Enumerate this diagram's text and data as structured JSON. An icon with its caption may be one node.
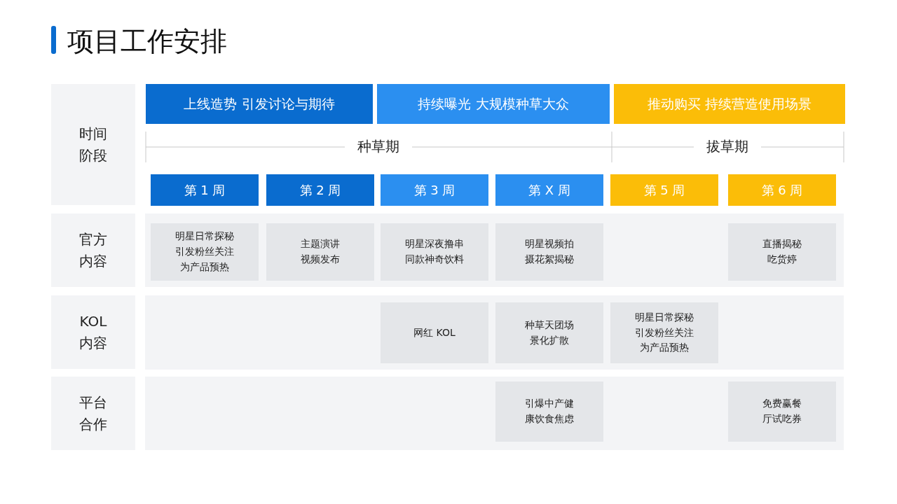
{
  "diagram": {
    "title": "项目工作安排",
    "nodes": [
      {
        "text": [
          "时间阶段"
        ]
      },
      {
        "text": [
          "上线造势 引发讨论与期待"
        ]
      },
      {
        "text": [
          "持续曝光 大规模种草大众"
        ]
      },
      {
        "text": [
          "推动购买 持续营造使用场景"
        ]
      },
      {
        "text": [
          "第 1 周"
        ]
      },
      {
        "text": [
          "第 2 周"
        ]
      },
      {
        "text": [
          "第 3 周"
        ]
      },
      {
        "text": [
          "第 X 周"
        ]
      },
      {
        "text": [
          "第 5 周"
        ]
      },
      {
        "text": [
          "第 6 周"
        ]
      },
      {
        "text": [
          "官方内容"
        ]
      },
      {
        "text": [],
        "shape": "box"
      },
      {
        "text": [
          "明星日常探秘引发粉丝关注为产品预热"
        ],
        "in": 11
      },
      {
        "text": [
          "主题演讲视频发布"
        ],
        "in": 11
      },
      {
        "text": [
          "明星深夜撸串同款神奇饮料"
        ],
        "in": 11
      },
      {
        "text": [
          "明星视频拍摄花絮揭秘"
        ],
        "in": 11
      },
      {
        "text": [
          "直播揭秘吃货婷"
        ],
        "in": 11
      },
      {
        "text": [
          "KOL内容"
        ]
      },
      {
        "text": [],
        "shape": "box"
      },
      {
        "text": [
          "网红 KOL"
        ],
        "in": 18
      },
      {
        "text": [
          "种草天团场景化扩散"
        ],
        "in": 18
      },
      {
        "text": [
          "明星日常探秘引发粉丝关注为产品预热"
        ],
        "in": 18
      },
      {
        "text": [
          "平台合作"
        ]
      },
      {
        "text": [],
        "shape": "box"
      },
      {
        "text": [
          "引爆中产健康饮食焦虑"
        ],
        "in": 23
      },
      {
        "text": [
          "免费赢餐厅试吃券"
        ],
        "in": 23
      }
    ],
    "labels": [
      "种草期",
      "拔草期"
    ]
  }
}
